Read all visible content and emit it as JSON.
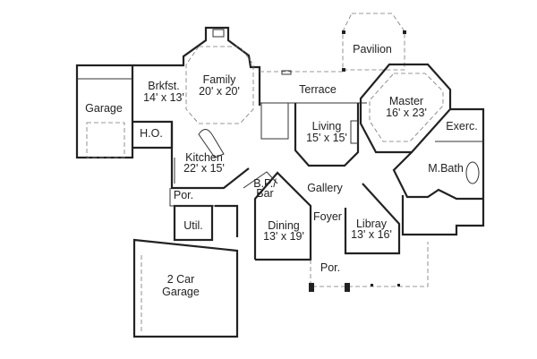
{
  "rooms": {
    "garage": {
      "name": "Garage"
    },
    "brkfst": {
      "name": "Brkfst.",
      "size": "14' x 13'"
    },
    "family": {
      "name": "Family",
      "size": "20' x 20'"
    },
    "ho": {
      "name": "H.O."
    },
    "kitchen": {
      "name": "Kitchen",
      "size": "22' x 15'"
    },
    "terrace": {
      "name": "Terrace"
    },
    "pavilion": {
      "name": "Pavilion"
    },
    "master": {
      "name": "Master",
      "size": "16' x 23'"
    },
    "exerc": {
      "name": "Exerc."
    },
    "living": {
      "name": "Living",
      "size": "15' x 15'"
    },
    "mbath": {
      "name": "M.Bath"
    },
    "gallery": {
      "name": "Gallery"
    },
    "bpbar": {
      "name": "B.P./",
      "name2": "Bar"
    },
    "por_side": {
      "name": "Por."
    },
    "util": {
      "name": "Util."
    },
    "dining": {
      "name": "Dining",
      "size": "13' x 19'"
    },
    "foyer": {
      "name": "Foyer"
    },
    "library": {
      "name": "Libray",
      "size": "13' x 16'"
    },
    "por_front": {
      "name": "Por."
    },
    "two_car_garage": {
      "name": "2 Car",
      "name2": "Garage"
    }
  }
}
